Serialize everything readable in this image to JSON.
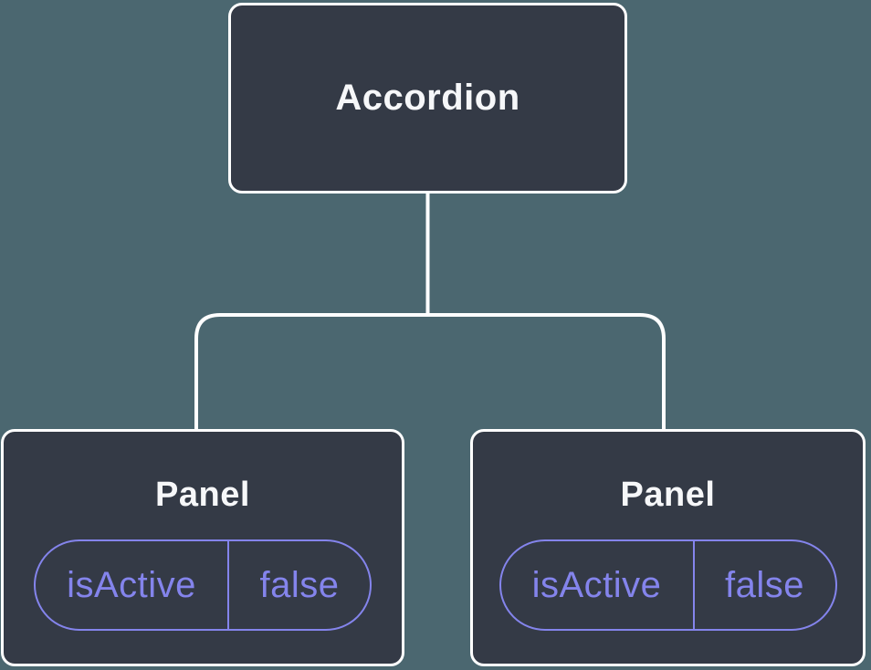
{
  "diagram_type": "component-tree",
  "colors": {
    "background": "#4B6770",
    "node_fill": "#343A46",
    "node_border": "#FFFFFF",
    "connector": "#FFFFFF",
    "accent_purple": "#8484EC",
    "text": "#F6F7F9"
  },
  "tree": {
    "root": {
      "label": "Accordion"
    },
    "children": [
      {
        "label": "Panel",
        "state": {
          "key": "isActive",
          "value": "false"
        }
      },
      {
        "label": "Panel",
        "state": {
          "key": "isActive",
          "value": "false"
        }
      }
    ]
  }
}
